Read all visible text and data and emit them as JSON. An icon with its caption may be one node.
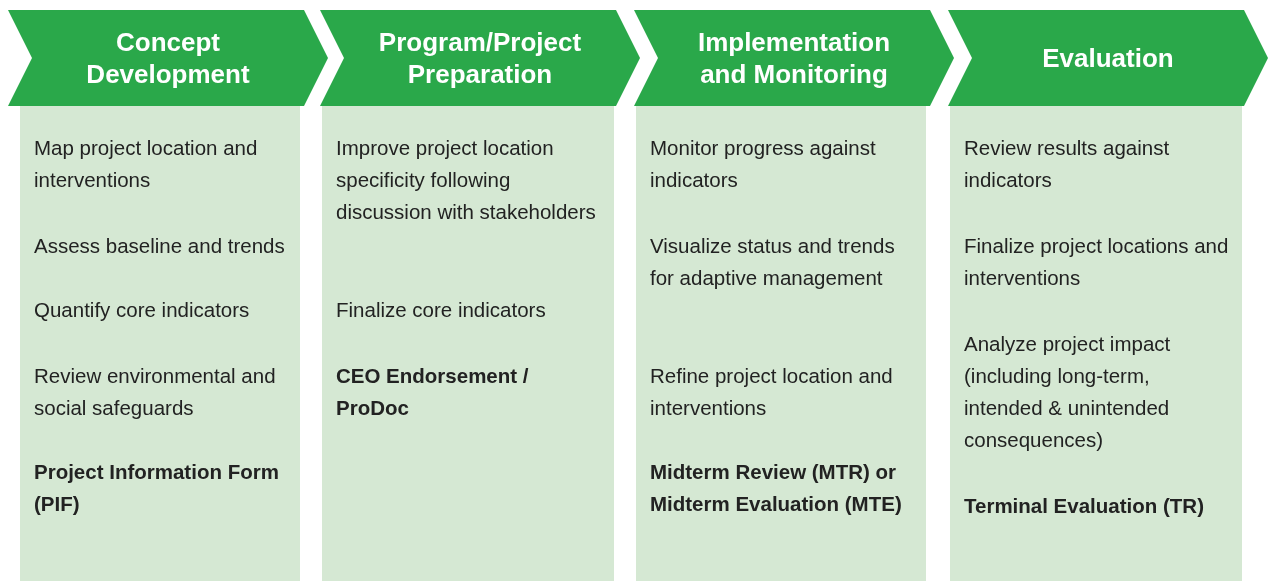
{
  "diagram": {
    "nodes": [
      {
        "text": [
          "Concept Development"
        ]
      },
      {
        "text": [
          "Program/Project Preparation"
        ]
      },
      {
        "text": [
          "Implementation and Monitoring"
        ]
      },
      {
        "text": [
          "Evaluation"
        ]
      },
      {
        "text": [
          "Map project location and interventions",
          "Assess baseline and trends",
          "Quantify core indicators",
          "Review environmental and social safeguards",
          "Project Information Form (PIF)"
        ]
      },
      {
        "text": [
          "Improve project location specificity following discussion with stakeholders",
          "Finalize core indicators",
          "CEO Endorsement / ProDoc"
        ]
      },
      {
        "text": [
          "Monitor progress against indicators",
          "Visualize status and trends for adaptive management",
          "Refine project location and interventions",
          "Midterm Review (MTR) or Midterm Evaluation (MTE)"
        ]
      },
      {
        "text": [
          "Review results against indicators",
          "Finalize project locations and interventions",
          "Analyze project impact (including long-term, intended & unintended consequences)",
          "Terminal Evaluation (TR)"
        ]
      }
    ],
    "edges": []
  }
}
